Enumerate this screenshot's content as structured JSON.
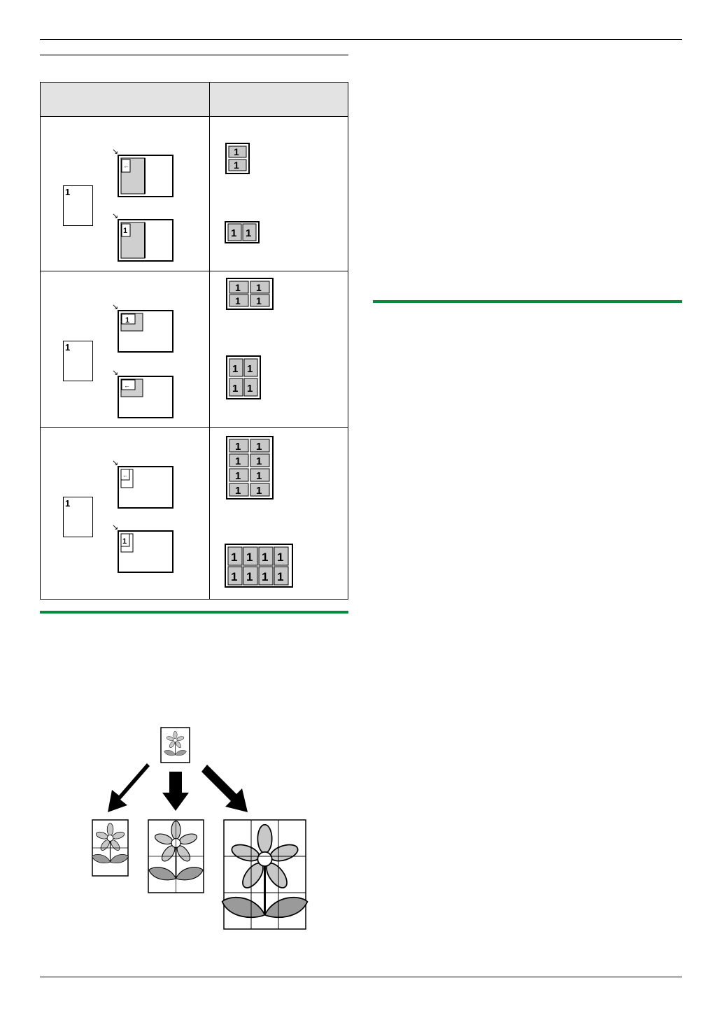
{
  "table": {
    "rows": [
      {
        "original_label": "1",
        "layout_label": "1",
        "result_label": "1"
      },
      {
        "original_label": "1",
        "layout_label": "1",
        "result_label": "1"
      },
      {
        "original_label": "1",
        "layout_label": "1",
        "result_label": "1"
      }
    ]
  },
  "colors": {
    "green_rule": "#0a8a3a",
    "header_fill": "#e3e3e3",
    "cell_fill": "#c8c8c8",
    "leaf_fill": "#9a9a9a"
  }
}
